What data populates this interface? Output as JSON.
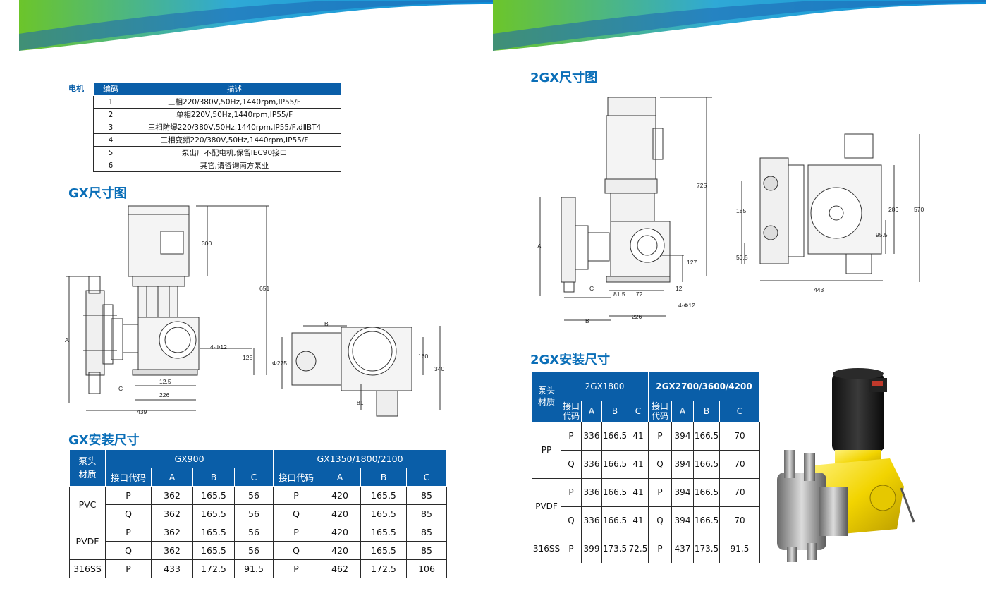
{
  "colors": {
    "accent": "#0b6fb8",
    "table_header": "#0a5ea8",
    "banner_green": "#6bc12f",
    "banner_blue": "#1aa0df"
  },
  "motor": {
    "label": "电机",
    "headers": [
      "编码",
      "描述"
    ],
    "rows": [
      {
        "code": "1",
        "desc": "三相220/380V,50Hz,1440rpm,IP55/F"
      },
      {
        "code": "2",
        "desc": "单相220V,50Hz,1440rpm,IP55/F"
      },
      {
        "code": "3",
        "desc": "三相防爆220/380V,50Hz,1440rpm,IP55/F,dⅡBT4"
      },
      {
        "code": "4",
        "desc": "三相变频220/380V,50Hz,1440rpm,IP55/F"
      },
      {
        "code": "5",
        "desc": "泵出厂不配电机,保留IEC90接口"
      },
      {
        "code": "6",
        "desc": "其它,请咨询南方泵业"
      }
    ]
  },
  "gx_dim": {
    "title": "GX尺寸图",
    "labels": {
      "d300": "300",
      "d651": "651",
      "dA": "A",
      "d4phi12": "4-Φ12",
      "d125": "125",
      "dC": "C",
      "d12_5": "12.5",
      "d226": "226",
      "d439": "439",
      "dB": "B",
      "dphi225": "Φ225",
      "d160": "160",
      "d340": "340",
      "d81": "81"
    }
  },
  "gx_install": {
    "title": "GX安装尺寸",
    "head1": {
      "material": "泵头\n材质",
      "group1": "GX900",
      "group2": "GX1350/1800/2100"
    },
    "head2": [
      "接口代码",
      "A",
      "B",
      "C",
      "接口代码",
      "A",
      "B",
      "C"
    ],
    "rows": [
      {
        "mat": "PVC",
        "c1": [
          "P",
          "362",
          "165.5",
          "56",
          "P",
          "420",
          "165.5",
          "85"
        ],
        "c2": [
          "Q",
          "362",
          "165.5",
          "56",
          "Q",
          "420",
          "165.5",
          "85"
        ]
      },
      {
        "mat": "PVDF",
        "c1": [
          "P",
          "362",
          "165.5",
          "56",
          "P",
          "420",
          "165.5",
          "85"
        ],
        "c2": [
          "Q",
          "362",
          "165.5",
          "56",
          "Q",
          "420",
          "165.5",
          "85"
        ]
      },
      {
        "mat": "316SS",
        "c1": [
          "P",
          "433",
          "172.5",
          "91.5",
          "P",
          "462",
          "172.5",
          "106"
        ]
      }
    ]
  },
  "gx2_dim": {
    "title": "2GX尺寸图",
    "labels": {
      "d725": "725",
      "dA": "A",
      "d127": "127",
      "dC": "C",
      "d81_5": "81.5",
      "d72": "72",
      "d12": "12",
      "d4phi12": "4-Φ12",
      "dB": "B",
      "d226": "226",
      "d185": "185",
      "d50_5": "50.5",
      "d286": "286",
      "d95_5": "95.5",
      "d570": "570",
      "d443": "443"
    }
  },
  "gx2_install": {
    "title": "2GX安装尺寸",
    "head1": {
      "material": "泵头\n材质",
      "group1": "2GX1800",
      "group2": "2GX2700/3600/4200"
    },
    "head2": [
      "接口\n代码",
      "A",
      "B",
      "C",
      "接口\n代码",
      "A",
      "B",
      "C"
    ],
    "rows": [
      {
        "mat": "PP",
        "c1": [
          "P",
          "336",
          "166.5",
          "41",
          "P",
          "394",
          "166.5",
          "70"
        ],
        "c2": [
          "Q",
          "336",
          "166.5",
          "41",
          "Q",
          "394",
          "166.5",
          "70"
        ]
      },
      {
        "mat": "PVDF",
        "c1": [
          "P",
          "336",
          "166.5",
          "41",
          "P",
          "394",
          "166.5",
          "70"
        ],
        "c2": [
          "Q",
          "336",
          "166.5",
          "41",
          "Q",
          "394",
          "166.5",
          "70"
        ]
      },
      {
        "mat": "316SS",
        "c1": [
          "P",
          "399",
          "173.5",
          "72.5",
          "P",
          "437",
          "173.5",
          "91.5"
        ]
      }
    ]
  }
}
